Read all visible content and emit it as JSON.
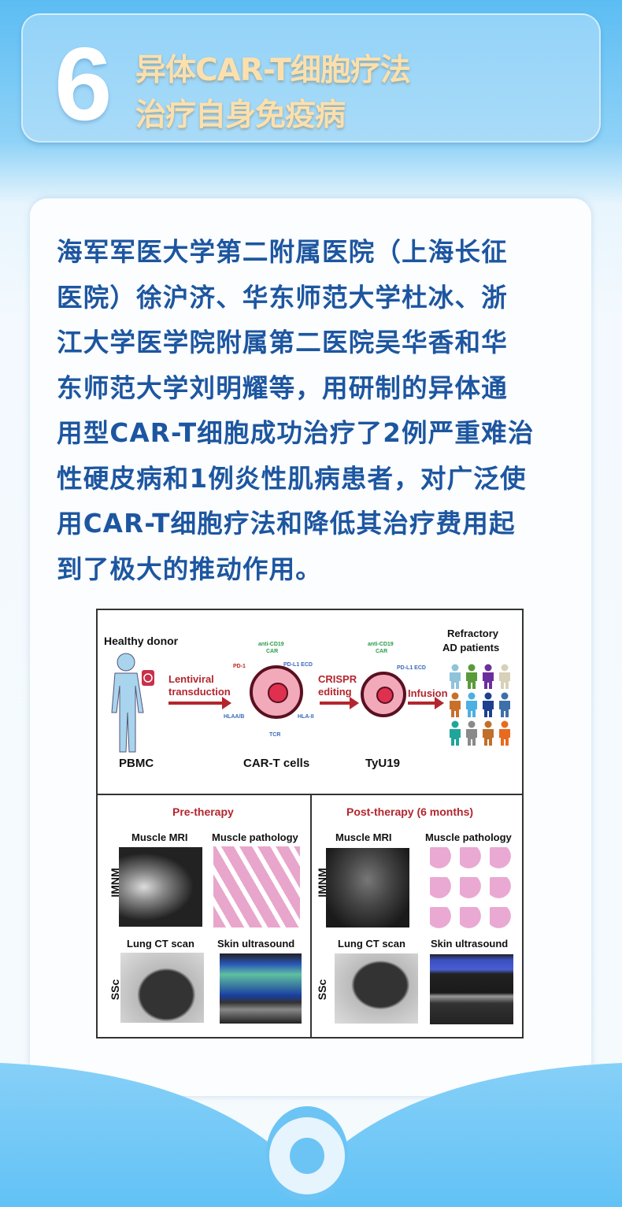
{
  "header": {
    "number": "6",
    "title_lines": [
      "异体CAR-T细胞疗法",
      "治疗自身免疫病"
    ]
  },
  "body": {
    "lines": [
      "海军军医大学第二附属医院（上海长征",
      "医院）徐沪济、华东师范大学杜冰、浙",
      "江大学医学院附属第二医院吴华香和华",
      "东师范大学刘明耀等，用研制的异体通",
      "用型CAR-T细胞成功治疗了2例严重难治",
      "性硬皮病和1例炎性肌病患者，对广泛使",
      "用CAR-T细胞疗法和降低其治疗费用起",
      "到了极大的推动作用。"
    ]
  },
  "figure": {
    "top": {
      "healthy_donor": "Healthy donor",
      "pbmc": "PBMC",
      "lentiviral": "Lentiviral",
      "transduction": "transduction",
      "anti_cd19": "anti-CD19",
      "car": "CAR",
      "pd1": "PD-1",
      "pdl1": "PD-L1 ECD",
      "hlaab": "HLAA/B",
      "hlaii": "HLA-II",
      "tcr": "TCR",
      "car_t_cells": "CAR-T cells",
      "crispr": "CRISPR",
      "editing": "editing",
      "tyu19": "TyU19",
      "infusion": "Infusion",
      "refractory": "Refractory",
      "ad_patients": "AD patients"
    },
    "pre": {
      "title": "Pre-therapy",
      "muscle_mri": "Muscle MRI",
      "muscle_pathology": "Muscle pathology",
      "lung_ct": "Lung CT scan",
      "skin_us": "Skin ultrasound",
      "imnm": "IMNM",
      "ssc": "SSc"
    },
    "post": {
      "title": "Post-therapy (6 months)",
      "muscle_mri": "Muscle MRI",
      "muscle_pathology": "Muscle pathology",
      "lung_ct": "Lung CT scan",
      "skin_us": "Skin ultrasound",
      "imnm": "IMNM",
      "ssc": "SSc"
    },
    "patient_colors": [
      "#8fc3d9",
      "#5a9a3a",
      "#6b2f9c",
      "#d8d0b8",
      "#c8702a",
      "#4cb0e0",
      "#1f3f8f",
      "#3d6fa8",
      "#1fa59a",
      "#8a8a8a",
      "#c0702a",
      "#e86a20"
    ]
  }
}
